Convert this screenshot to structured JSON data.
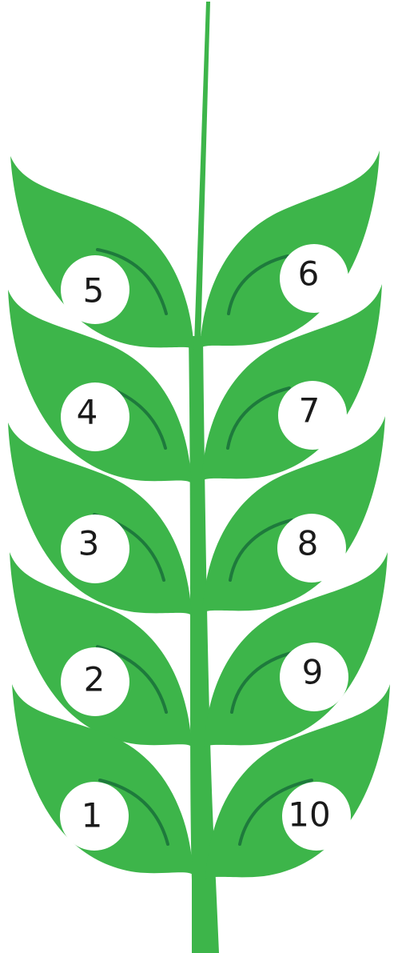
{
  "colors": {
    "leaf": "#3db54a",
    "vein": "#1e7a3c",
    "circle": "#ffffff",
    "label": "#1a1a1a",
    "background": "#ffffff"
  },
  "leaves": {
    "l5": "5",
    "l4": "4",
    "l3": "3",
    "l2": "2",
    "l1": "1",
    "r6": "6",
    "r7": "7",
    "r8": "8",
    "r9": "9",
    "r10": "10"
  }
}
